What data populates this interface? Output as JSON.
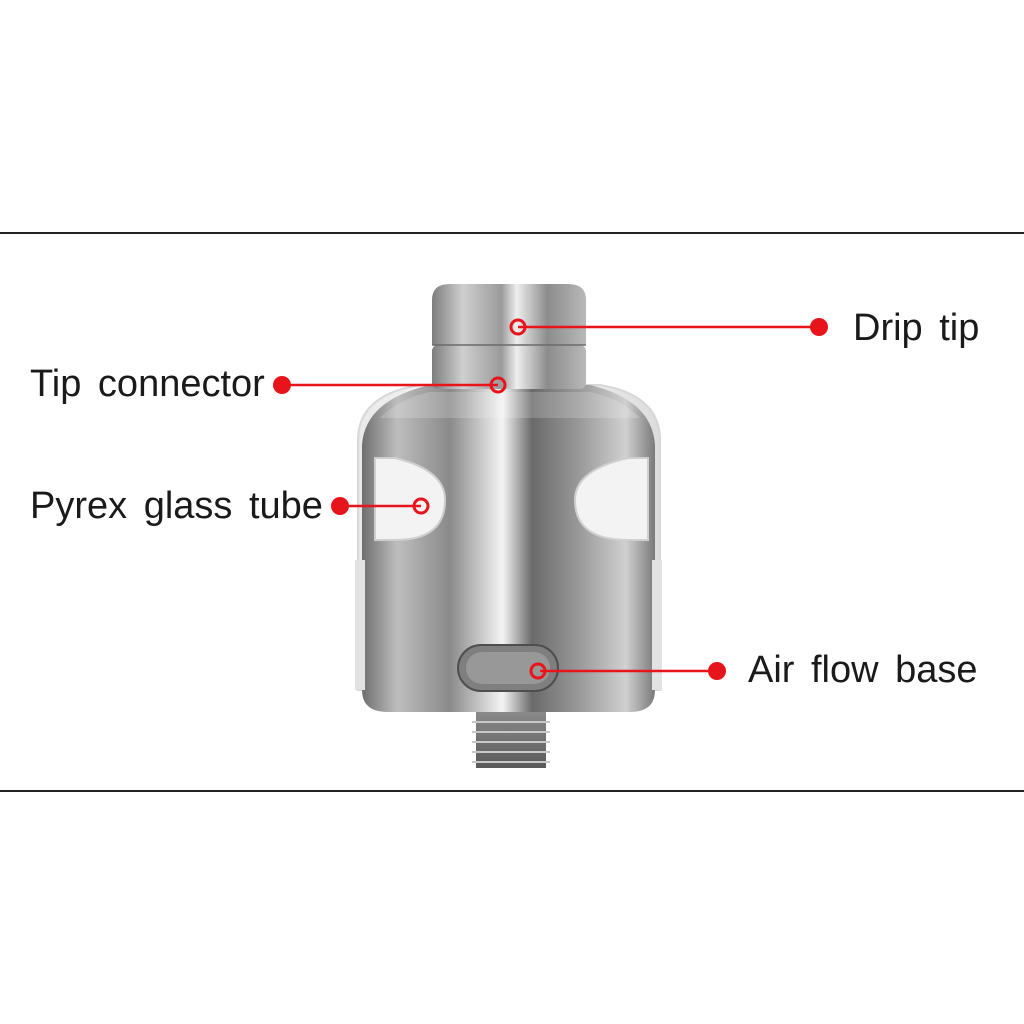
{
  "diagram": {
    "callouts": [
      {
        "id": "drip",
        "label": "Drip tip"
      },
      {
        "id": "tipconn",
        "label": "Tip connector"
      },
      {
        "id": "pyrex",
        "label": "Pyrex glass tube"
      },
      {
        "id": "air",
        "label": "Air flow base"
      }
    ]
  },
  "colors": {
    "callout": "#e8141c",
    "frame": "#222222",
    "metal_light": "#f2f2f2",
    "metal_dark": "#5a5a5a"
  }
}
